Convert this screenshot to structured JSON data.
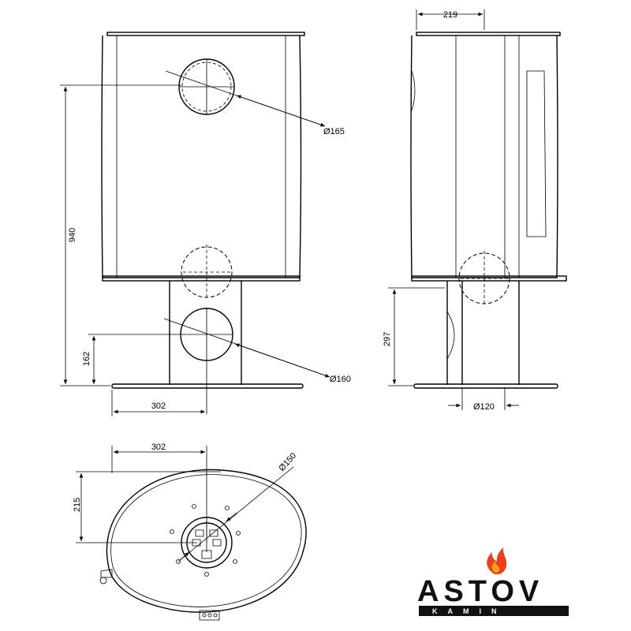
{
  "front_view": {
    "flue_top_diameter": "Ø165",
    "total_height": "940",
    "flue_back_height": "162",
    "flue_back_diameter": "Ø160",
    "flue_offset": "302"
  },
  "side_view": {
    "depth": "219",
    "pedestal_height": "297",
    "pipe_diameter": "Ø120"
  },
  "top_view": {
    "offset": "302",
    "depth_offset": "215",
    "center_diameter": "Ø150"
  },
  "logo": {
    "brand": "ASTOV",
    "sub": "KAMIN",
    "colors": {
      "flame_outer": "#e8431c",
      "flame_inner": "#f7a21b",
      "text": "#111111"
    }
  }
}
